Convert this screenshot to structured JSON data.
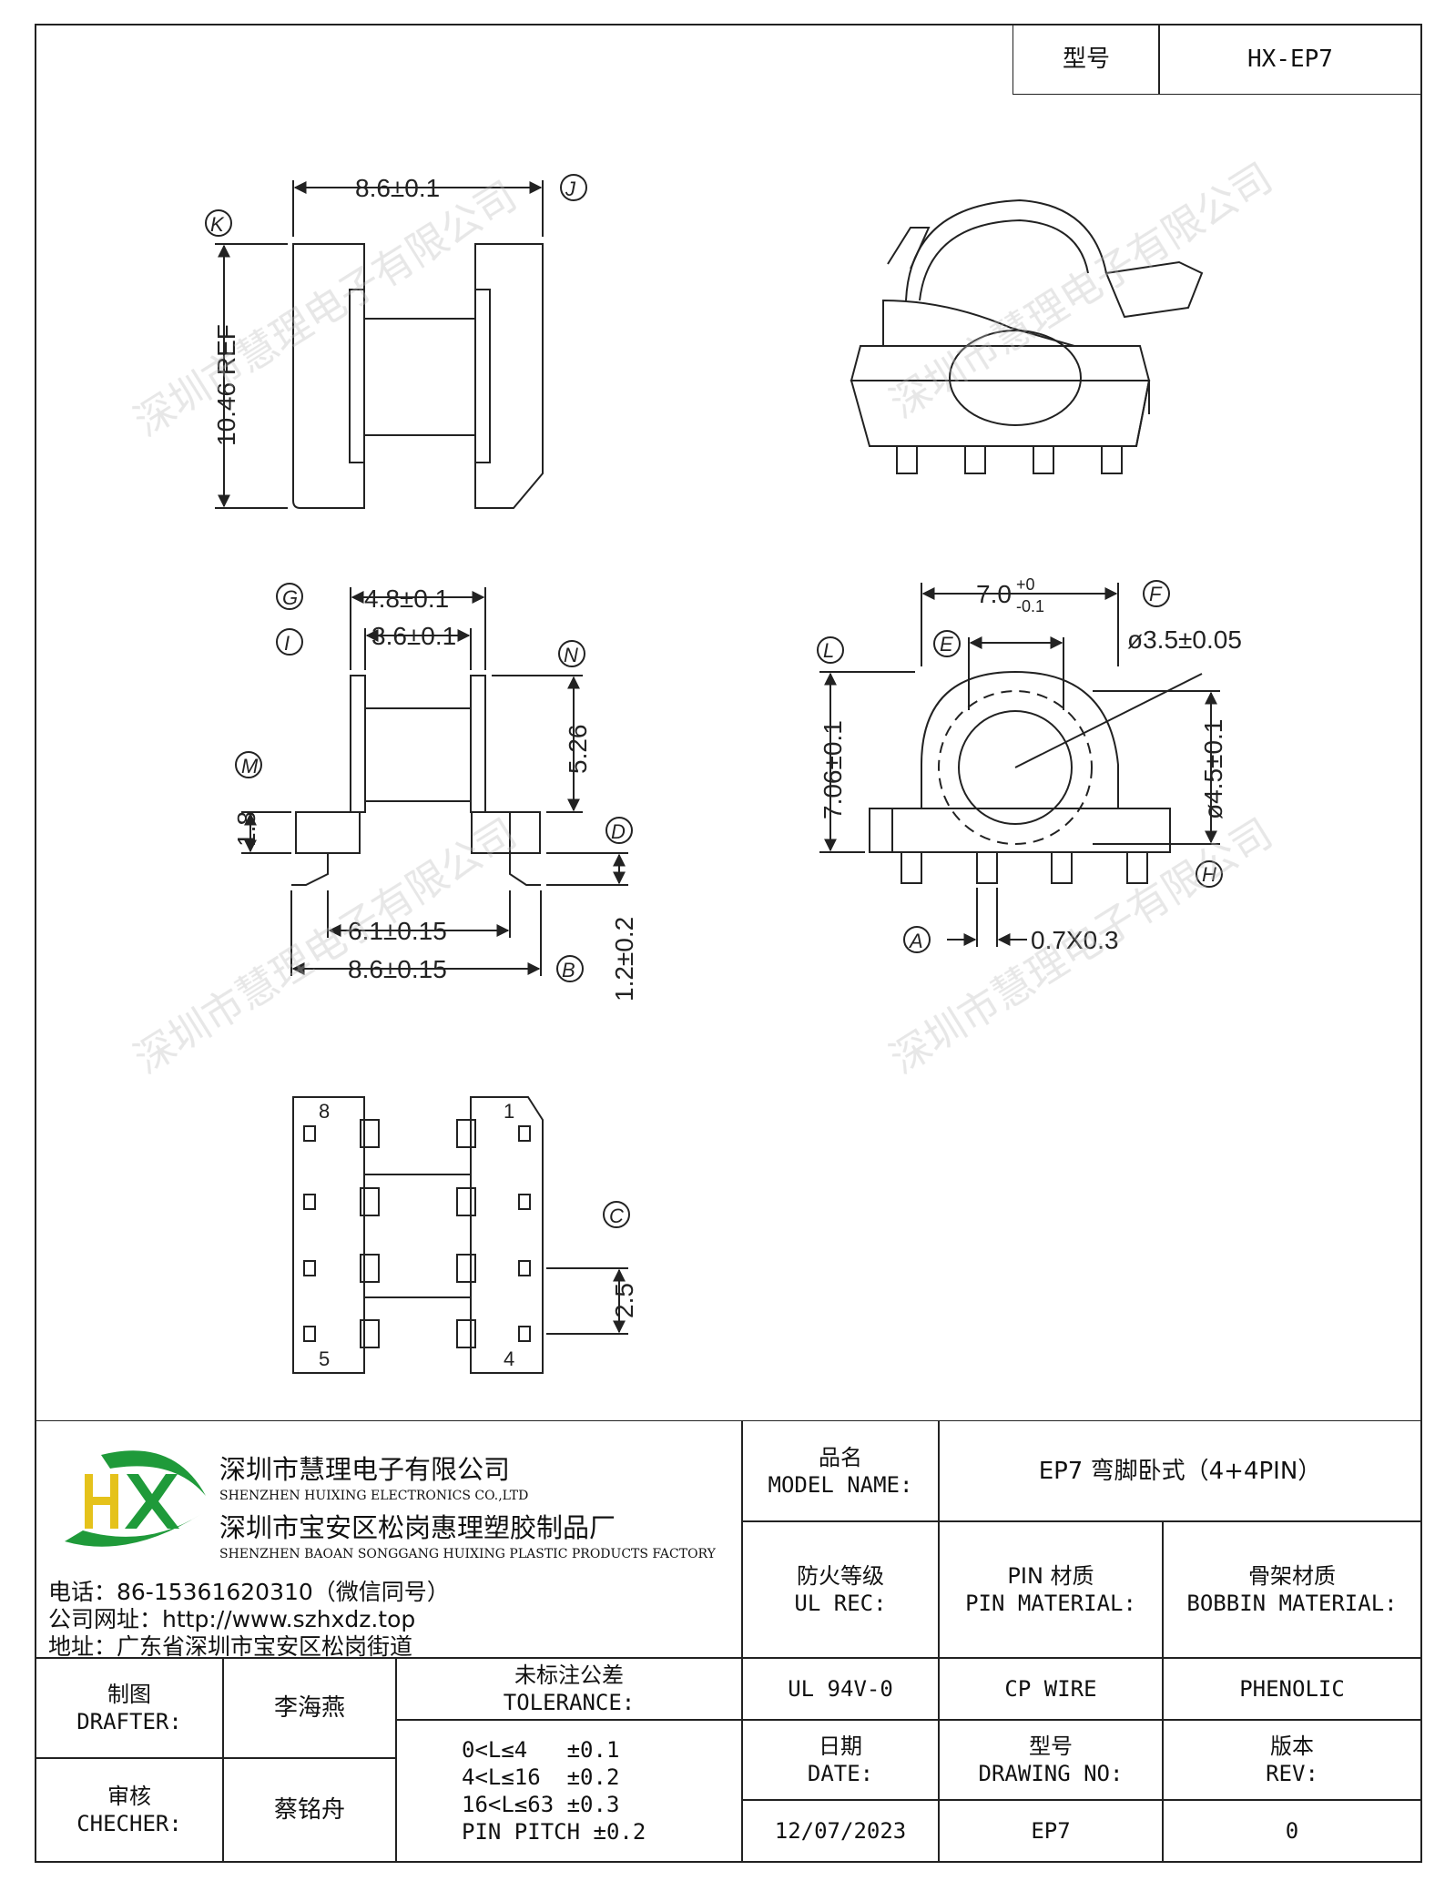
{
  "header": {
    "model_label": "型号",
    "model_value": "HX-EP7"
  },
  "dims": {
    "side_width": "8.6±0.1",
    "side_height": "10.46 REF",
    "j": "J",
    "k": "K",
    "front_top_outer": "4.8±0.1",
    "front_top_inner": "3.6±0.1",
    "front_height": "5.26",
    "front_base": "1.8",
    "front_pin_pitch": "6.1±0.15",
    "front_total": "8.6±0.15",
    "front_pin_drop": "1.2±0.2",
    "g": "G",
    "i": "I",
    "n": "N",
    "m": "M",
    "d": "D",
    "b": "B",
    "right_width": "7.0",
    "right_width_tol_up": "+0",
    "right_width_tol_dn": "-0.1",
    "right_hole": "ø3.5±0.05",
    "right_height": "7.06±0.1",
    "right_circle": "ø4.5±0.1",
    "right_pin": "0.7X0.3",
    "e": "E",
    "f": "F",
    "l": "L",
    "h": "H",
    "a": "A",
    "bottom_pitch": "2.5",
    "c": "C",
    "pin8": "8",
    "pin1": "1",
    "pin5": "5",
    "pin4": "4"
  },
  "company": {
    "name_cn": "深圳市慧理电子有限公司",
    "name_en": "SHENZHEN HUIXING ELECTRONICS CO.,LTD",
    "factory_cn": "深圳市宝安区松岗惠理塑胶制品厂",
    "factory_en": "SHENZHEN BAOAN SONGGANG HUIXING PLASTIC PRODUCTS FACTORY",
    "phone": "电话：86-15361620310（微信同号）",
    "website": "公司网址：http://www.szhxdz.top",
    "address": "地址：广东省深圳市宝安区松岗街道",
    "logo_letters": "HX",
    "logo_green": "#1f9a3a",
    "logo_yellow": "#e5c21b"
  },
  "watermark": "深圳市慧理电子有限公司",
  "table": {
    "model_name_cn": "品名",
    "model_name_en": "MODEL NAME:",
    "model_name_value": "EP7 弯脚卧式（4+4PIN）",
    "ul_cn": "防火等级",
    "ul_en": "UL REC:",
    "pin_mat_cn": "PIN 材质",
    "pin_mat_en": "PIN MATERIAL:",
    "bobbin_mat_cn": "骨架材质",
    "bobbin_mat_en": "BOBBIN MATERIAL:",
    "ul_value": "UL 94V-0",
    "pin_value": "CP WIRE",
    "bobbin_value": "PHENOLIC",
    "drafter_cn": "制图",
    "drafter_en": "DRAFTER:",
    "drafter_name": "李海燕",
    "checker_cn": "审核",
    "checker_en": "CHECHER:",
    "checker_name": "蔡铭舟",
    "tol_cn": "未标注公差",
    "tol_en": "TOLERANCE:",
    "tol_1": "0<L≤4   ±0.1",
    "tol_2": "4<L≤16  ±0.2",
    "tol_3": "16<L≤63 ±0.3",
    "tol_4": "PIN PITCH ±0.2",
    "date_cn": "日期",
    "date_en": "DATE:",
    "drawing_cn": "型号",
    "drawing_en": "DRAWING NO:",
    "rev_cn": "版本",
    "rev_en": "REV:",
    "date_value": "12/07/2023",
    "drawing_value": "EP7",
    "rev_value": "0"
  }
}
